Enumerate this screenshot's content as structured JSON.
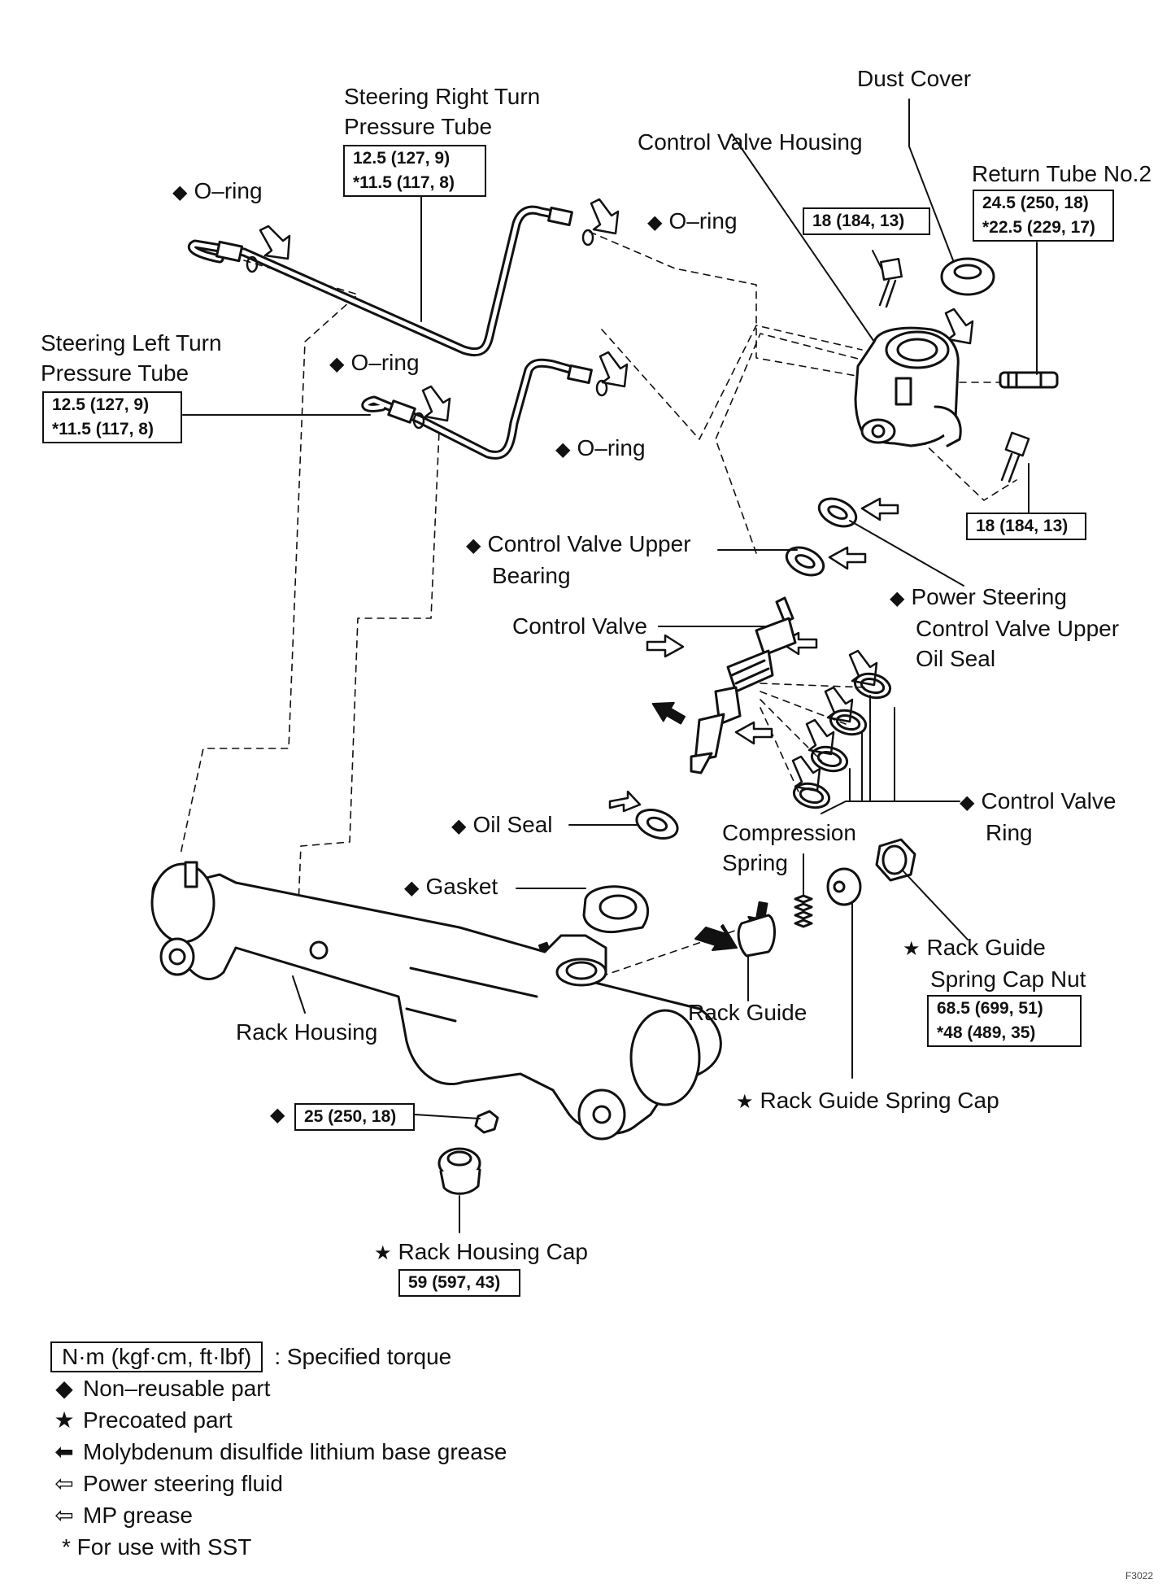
{
  "labels": {
    "right_tube": [
      "Steering Right Turn",
      "Pressure Tube"
    ],
    "left_tube": [
      "Steering Left Turn",
      "Pressure Tube"
    ],
    "oring": "O–ring",
    "dust_cover": "Dust Cover",
    "control_valve_housing": "Control Valve Housing",
    "return_tube": "Return Tube No.2",
    "cv_upper_bearing": [
      "Control Valve Upper",
      "Bearing"
    ],
    "ps_upper_oil_seal": [
      "Power Steering",
      "Control Valve Upper",
      "Oil Seal"
    ],
    "control_valve": "Control Valve",
    "control_valve_ring": [
      "Control Valve",
      "Ring"
    ],
    "oil_seal": "Oil Seal",
    "compression_spring": [
      "Compression",
      "Spring"
    ],
    "gasket": "Gasket",
    "rack_guide_spring_cap_nut": [
      "Rack Guide",
      "Spring Cap Nut"
    ],
    "rack_guide": "Rack Guide",
    "rack_housing": "Rack Housing",
    "rack_guide_spring_cap": "Rack Guide Spring Cap",
    "rack_housing_cap": "Rack Housing Cap"
  },
  "torques": {
    "right_tube": [
      "12.5 (127, 9)",
      "*11.5 (117, 8)"
    ],
    "left_tube": [
      "12.5 (127, 9)",
      "*11.5 (117, 8)"
    ],
    "return_tube": [
      "24.5 (250, 18)",
      "*22.5 (229, 17)"
    ],
    "housing_bolt_top": "18 (184, 13)",
    "housing_bolt_bottom": "18 (184, 13)",
    "spring_cap_nut": [
      "68.5 (699, 51)",
      "*48 (489, 35)"
    ],
    "housing_nut": "25 (250, 18)",
    "housing_cap": "59 (597, 43)"
  },
  "legend": {
    "torque_unit": "N·m (kgf·cm, ft·lbf)",
    "torque_text": ": Specified torque",
    "non_reusable": "Non–reusable part",
    "precoated": "Precoated part",
    "moly_grease": "Molybdenum disulfide lithium base grease",
    "ps_fluid": "Power steering fluid",
    "mp_grease": "MP grease",
    "sst_note": "* For use with SST"
  },
  "symbols": {
    "non_reusable": "◆",
    "precoated": "★",
    "moly_arrow": "⬅",
    "ps_arrow": "⇦",
    "mp_arrow": "⇦"
  },
  "figure_id": "F3022"
}
